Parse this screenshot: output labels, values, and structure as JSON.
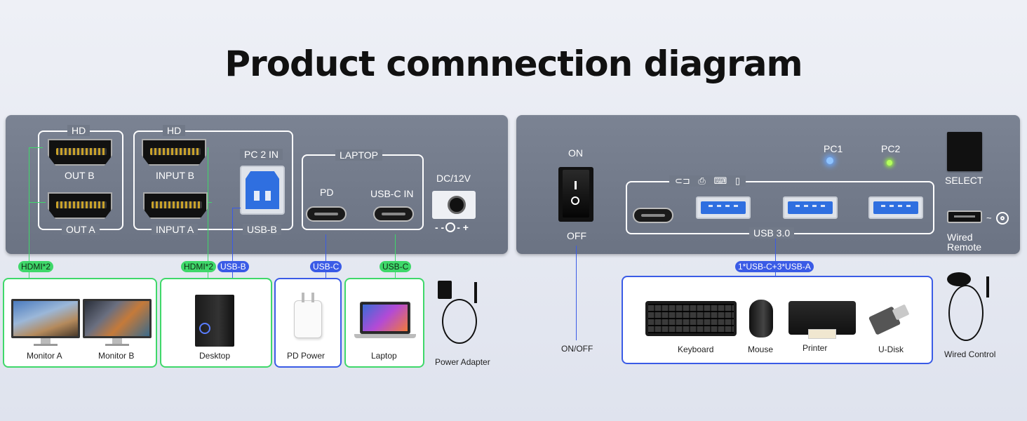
{
  "title": "Product comnnection diagram",
  "colors": {
    "accent_green": "#3fd86a",
    "accent_blue": "#3a5be6",
    "panel": "#717988"
  },
  "left_panel": {
    "hd_1": "HD",
    "out_b": "OUT B",
    "out_a": "OUT A",
    "hd_2": "HD",
    "input_b": "INPUT B",
    "input_a": "INPUT A",
    "pc2_in": "PC 2 IN",
    "usb_b": "USB-B",
    "laptop": "LAPTOP",
    "pd": "PD",
    "usbc_in": "USB-C IN",
    "dc": "DC/12V"
  },
  "right_panel": {
    "on": "ON",
    "off": "OFF",
    "pc1": "PC1",
    "pc2": "PC2",
    "select": "SELECT",
    "usb3": "USB 3.0",
    "wired_remote_1": "Wired",
    "wired_remote_2": "Remote"
  },
  "tags": {
    "hdmi_1": "HDMI*2",
    "hdmi_2": "HDMI*2",
    "usb_b": "USB-B",
    "usb_c_1": "USB-C",
    "usb_c_2": "USB-C",
    "usb_mix": "1*USB-C+3*USB-A"
  },
  "devices": {
    "monitor_a": "Monitor A",
    "monitor_b": "Monitor B",
    "desktop": "Desktop",
    "pd_power": "PD Power",
    "laptop": "Laptop",
    "power_adapter": "Power Adapter",
    "on_off": "ON/OFF",
    "keyboard": "Keyboard",
    "mouse": "Mouse",
    "printer": "Printer",
    "u_disk": "U-Disk",
    "wired_control": "Wired Control"
  }
}
